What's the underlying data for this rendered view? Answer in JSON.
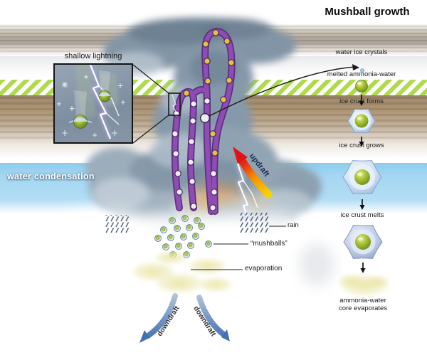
{
  "title": "Mushball growth",
  "inset": {
    "label": "shallow lightning"
  },
  "bands": {
    "water_condensation_label": "water condensation"
  },
  "arrows": {
    "updraft": "updraft",
    "downdraft_left": "downdraft",
    "downdraft_right": "downdraft"
  },
  "cloud_labels": {
    "rain": "rain",
    "mushballs": "“mushballs”",
    "evaporation": "evaporation"
  },
  "growth_sequence": {
    "water_ice_crystals": "water ice crystals",
    "melted_ammonia_water": "melted ammonia-water",
    "ice_crust_forms": "ice crust forms",
    "ice_crust_grows": "ice crust grows",
    "ice_crust_melts": "ice crust melts",
    "evaporates_line1": "ammonia-water",
    "evaporates_line2": "core evaporates"
  },
  "colors": {
    "green_band": "#aeda4c",
    "brown_band": "#a78f6d",
    "blue_band": "#a4d7f2",
    "purple_path": "#8f4db3",
    "updraft_red": "#e01414",
    "updraft_yellow": "#f8d200",
    "downdraft_blue": "#3f6cb0",
    "mushball_green": "#8fae2e",
    "ice_shell_blue": "#cfe0f4",
    "evaporation_yellow": "#ece9a8"
  }
}
